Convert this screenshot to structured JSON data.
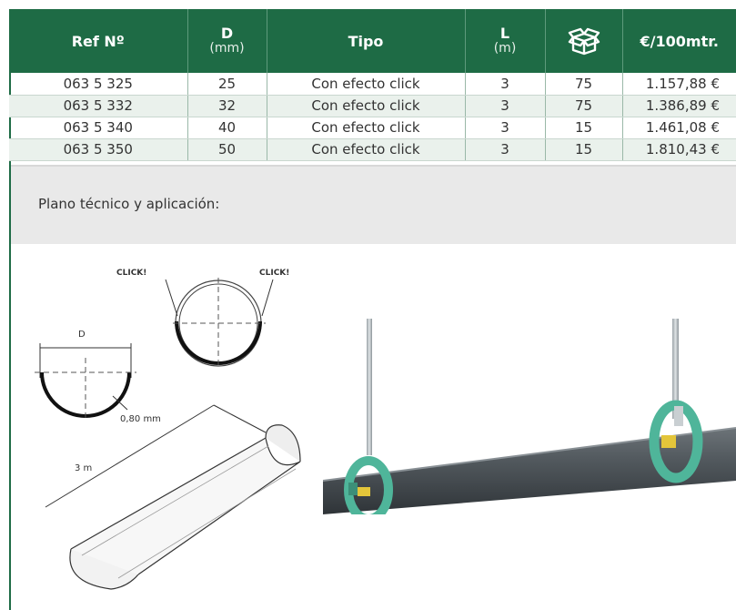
{
  "table": {
    "headers": {
      "ref": "Ref Nº",
      "d": "D",
      "d_unit": "(mm)",
      "tipo": "Tipo",
      "l": "L",
      "l_unit": "(m)",
      "box_icon": "box-icon",
      "price": "€/100mtr."
    },
    "rows": [
      {
        "ref": "063 5 325",
        "d": "25",
        "tipo": "Con efecto click",
        "l": "3",
        "qty": "75",
        "price": "1.157,88 €"
      },
      {
        "ref": "063 5 332",
        "d": "32",
        "tipo": "Con efecto click",
        "l": "3",
        "qty": "75",
        "price": "1.386,89 €"
      },
      {
        "ref": "063 5 340",
        "d": "40",
        "tipo": "Con efecto click",
        "l": "3",
        "qty": "15",
        "price": "1.461,08 €"
      },
      {
        "ref": "063 5 350",
        "d": "50",
        "tipo": "Con efecto click",
        "l": "3",
        "qty": "15",
        "price": "1.810,43 €"
      }
    ]
  },
  "plano": {
    "title": "Plano técnico y aplicación:"
  },
  "drawing": {
    "click_left": "CLICK!",
    "click_right": "CLICK!",
    "d_label": "D",
    "thickness": "0,80 mm",
    "length": "3 m"
  },
  "colors": {
    "header_green": "#1e6b45",
    "row_alt": "#eaf1ec",
    "plano_bg": "#e9e9e9",
    "clamp_green": "#4fb59a",
    "pipe_grey": "#4c5257"
  }
}
